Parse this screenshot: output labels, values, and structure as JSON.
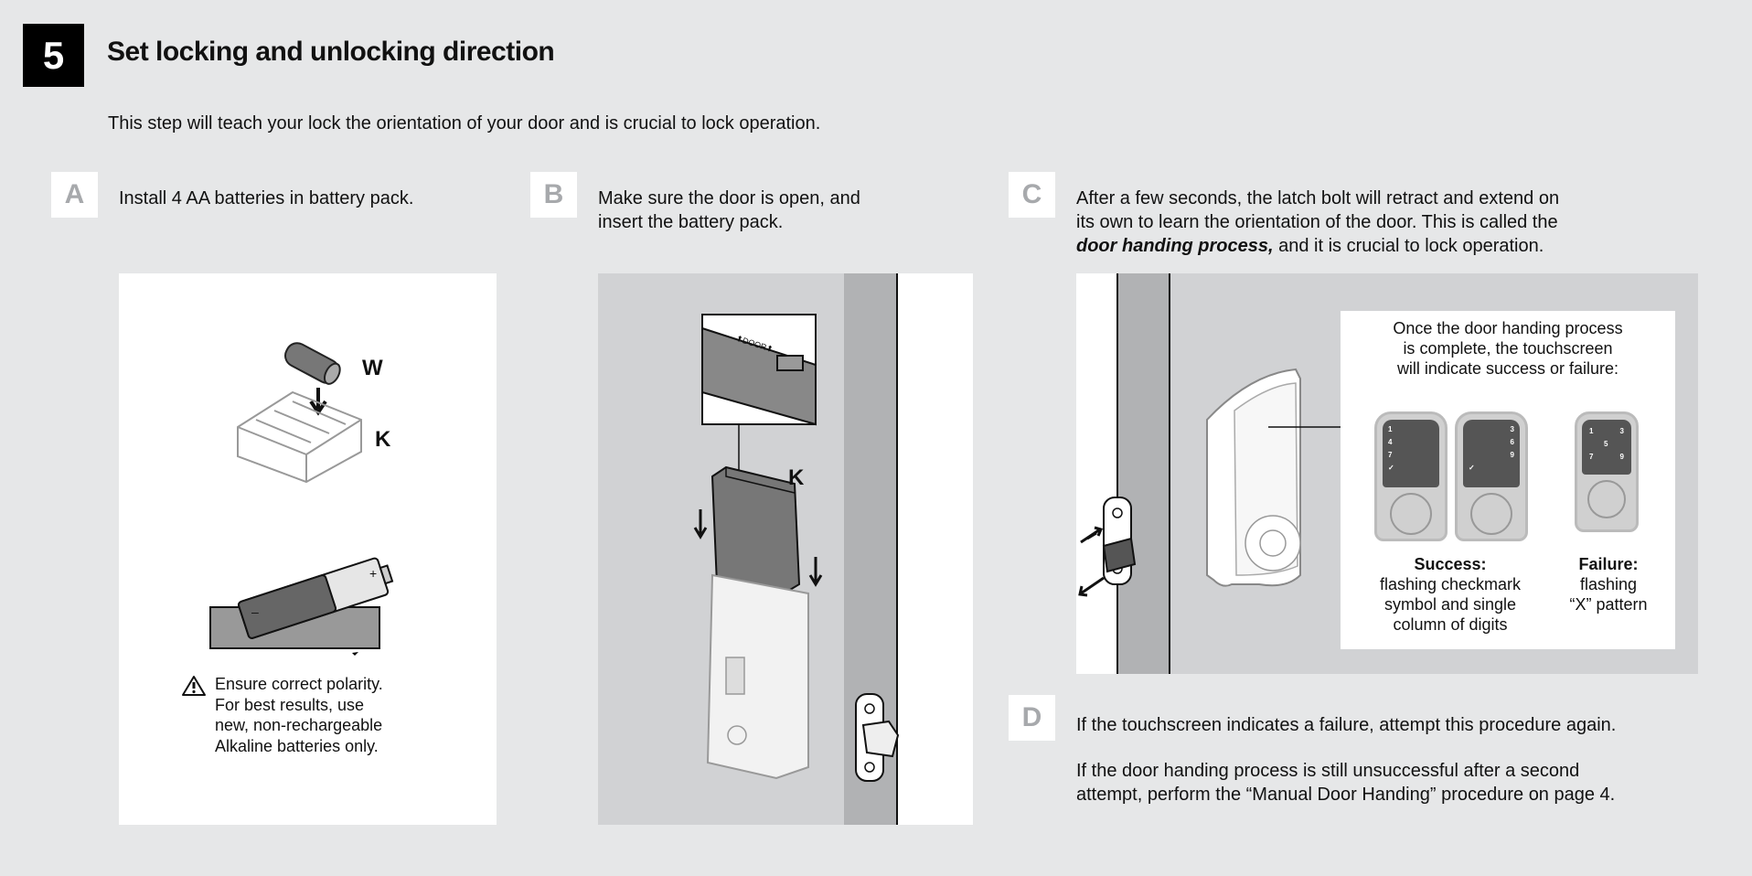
{
  "step": {
    "number": "5",
    "title": "Set locking and unlocking direction",
    "intro": "This step will teach your lock the orientation of your door and is crucial to lock operation."
  },
  "substeps": {
    "a": {
      "letter": "A",
      "text": "Install 4 AA batteries in battery pack."
    },
    "b": {
      "letter": "B",
      "line1": "Make sure the door is open, and",
      "line2": "insert the battery pack."
    },
    "c": {
      "letter": "C",
      "line1": "After a few seconds, the latch bolt will retract and extend on",
      "line2": "its own to learn the orientation of the door.  This is called the",
      "line3_bold": "door handing process,",
      "line3_rest": " and it is crucial to lock operation."
    },
    "d": {
      "letter": "D",
      "para1": "If the touchscreen indicates a failure, attempt this procedure again.",
      "para2_line1": "If the door handing process is still unsuccessful after a second",
      "para2_line2": "attempt, perform the “Manual Door Handing” procedure on page 4."
    }
  },
  "panel_a": {
    "label_w": "W",
    "label_k": "K",
    "warning_icon": "warning-triangle-icon",
    "warning": [
      "Ensure correct polarity.",
      "For best results, use",
      "new, non-rechargeable",
      "Alkaline batteries only."
    ],
    "plus": "+",
    "minus": "–"
  },
  "panel_b": {
    "label_k": "K",
    "inset_text": "⬍DOOR⬍"
  },
  "panel_c": {
    "callout": [
      "Once the door handing process",
      "is complete, the touchscreen",
      "will indicate success or failure:"
    ],
    "success_digits_left": [
      "1",
      "4",
      "7",
      "✓"
    ],
    "success_digits_right": [
      "3",
      "6",
      "9"
    ],
    "success_check": "✓",
    "failure_digits": [
      "1",
      "3",
      "5",
      "7",
      "9"
    ],
    "success_title": "Success:",
    "success_desc": [
      "flashing checkmark",
      "symbol and single",
      "column of digits"
    ],
    "failure_title": "Failure:",
    "failure_desc": [
      "flashing",
      "“X” pattern"
    ]
  },
  "colors": {
    "background": "#e6e7e8",
    "panel_gray": "#d1d2d4",
    "door_frame": "#b1b2b4",
    "letter_gray": "#a7a9ac"
  }
}
